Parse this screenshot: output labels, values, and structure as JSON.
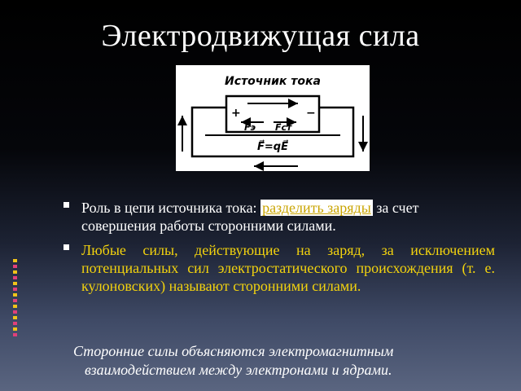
{
  "slide": {
    "title": "Электродвижущая сила"
  },
  "figure": {
    "caption": "Источник тока",
    "force_fe": "F⃗э",
    "force_fst": "F⃗ст",
    "formula": "F⃗=qE⃗",
    "plus": "+",
    "minus": "−"
  },
  "bullets": {
    "first": {
      "before": "Роль в цепи источника тока: ",
      "highlight": "разделить заряды",
      "after": " за счет совершения работы сторонними силами."
    },
    "second": "Любые силы, действующие на заряд, за исключением потенциальных сил электростатического происхождения (т. е. кулоновских) называют сторонними силами."
  },
  "note": {
    "line1": "Сторонние силы объясняются электромагнитным",
    "line2": "взаимодействием между электронами и ядрами."
  },
  "colors": {
    "background_top": "#000000",
    "background_bottom": "#5a6580",
    "bullet_yellow": "#f3d30e",
    "highlight_text": "#c9a400",
    "deco_yellow": "#f0c419",
    "deco_pink": "#e0407a"
  }
}
